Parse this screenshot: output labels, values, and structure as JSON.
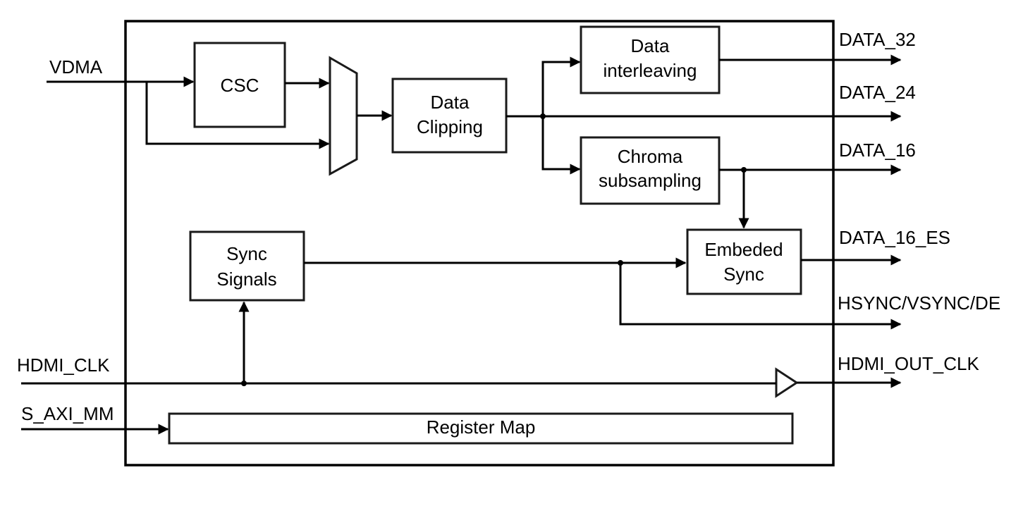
{
  "inputs": {
    "vdma": "VDMA",
    "hdmi_clk": "HDMI_CLK",
    "s_axi_mm": "S_AXI_MM"
  },
  "outputs": {
    "data_32": "DATA_32",
    "data_24": "DATA_24",
    "data_16": "DATA_16",
    "data_16_es": "DATA_16_ES",
    "hsync": "HSYNC/VSYNC/DE",
    "hdmi_out_clk": "HDMI_OUT_CLK"
  },
  "blocks": {
    "csc": [
      "CSC"
    ],
    "data_clipping": [
      "Data",
      "Clipping"
    ],
    "data_interleaving": [
      "Data",
      "interleaving"
    ],
    "chroma_subsampling": [
      "Chroma",
      "subsampling"
    ],
    "sync_signals": [
      "Sync",
      "Signals"
    ],
    "embeded_sync": [
      "Embeded",
      "Sync"
    ],
    "register_map": [
      "Register Map"
    ]
  },
  "colors": {
    "line": "#000000",
    "background": "#ffffff"
  }
}
